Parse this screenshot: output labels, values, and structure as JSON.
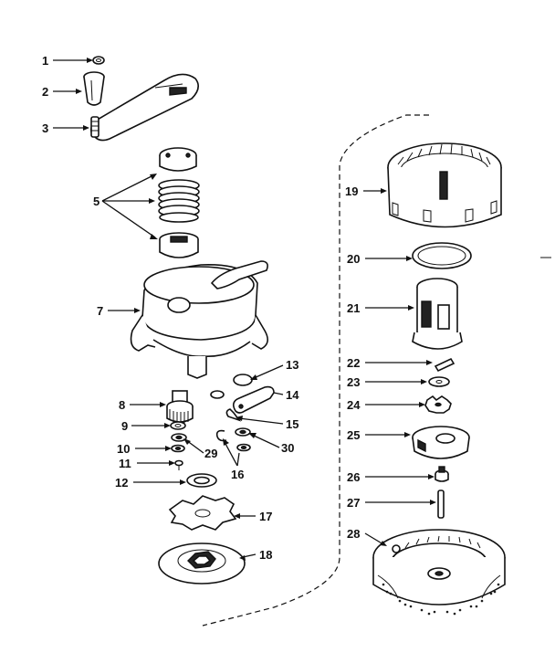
{
  "callouts": [
    {
      "id": "1",
      "text": "1"
    },
    {
      "id": "2",
      "text": "2"
    },
    {
      "id": "3",
      "text": "3"
    },
    {
      "id": "5",
      "text": "5"
    },
    {
      "id": "7",
      "text": "7"
    },
    {
      "id": "8",
      "text": "8"
    },
    {
      "id": "9",
      "text": "9"
    },
    {
      "id": "10",
      "text": "10"
    },
    {
      "id": "11",
      "text": "11"
    },
    {
      "id": "12",
      "text": "12"
    },
    {
      "id": "13",
      "text": "13"
    },
    {
      "id": "14",
      "text": "14"
    },
    {
      "id": "15",
      "text": "15"
    },
    {
      "id": "16a",
      "text": "16"
    },
    {
      "id": "17",
      "text": "17"
    },
    {
      "id": "18",
      "text": "18"
    },
    {
      "id": "19",
      "text": "19"
    },
    {
      "id": "20",
      "text": "20"
    },
    {
      "id": "21",
      "text": "21"
    },
    {
      "id": "22",
      "text": "22"
    },
    {
      "id": "23",
      "text": "23"
    },
    {
      "id": "24",
      "text": "24"
    },
    {
      "id": "25",
      "text": "25"
    },
    {
      "id": "26",
      "text": "26"
    },
    {
      "id": "27",
      "text": "27"
    },
    {
      "id": "28",
      "text": "28"
    },
    {
      "id": "29",
      "text": "29"
    },
    {
      "id": "30",
      "text": "30"
    }
  ]
}
